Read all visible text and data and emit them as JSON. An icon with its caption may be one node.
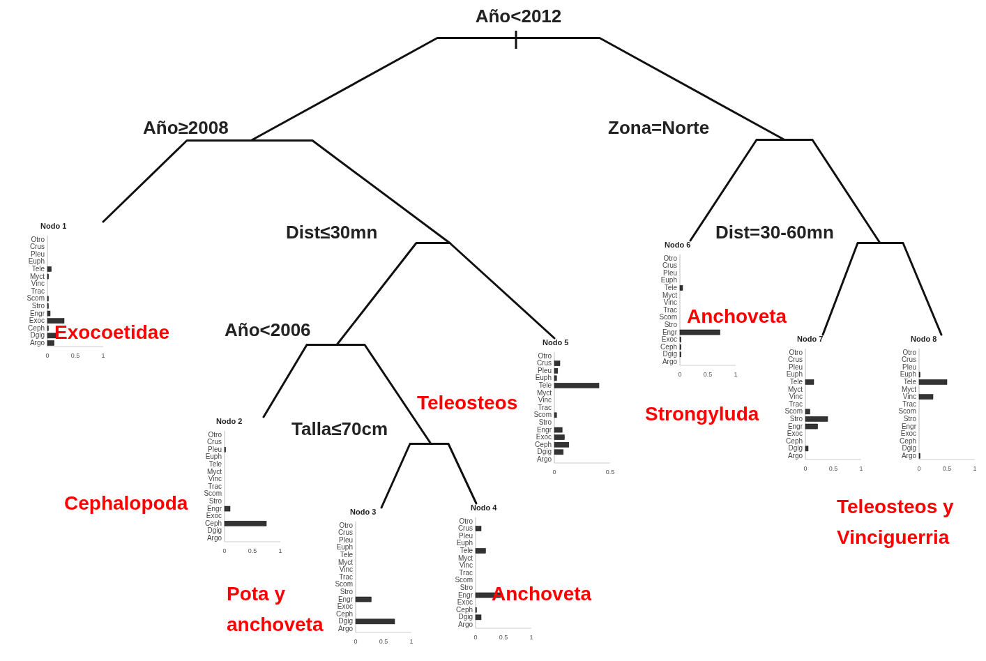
{
  "diagram": {
    "nodes": [
      {
        "text": [
          "Año<2012"
        ]
      },
      {
        "text": [
          "Año≥2008"
        ]
      },
      {
        "text": [
          "Zona=Norte"
        ]
      },
      {
        "text": [
          "Nodo 1"
        ],
        "beside": [
          "Exocoetidae"
        ]
      },
      {
        "text": [
          "Dist≤30mn"
        ]
      },
      {
        "text": [
          "Dist=30-60mn"
        ]
      },
      {
        "text": [
          "Nodo 6"
        ],
        "beside": [
          "Anchoveta"
        ]
      },
      {
        "text": [
          "Año<2006"
        ]
      },
      {
        "text": [
          "Nodo 5"
        ],
        "beside": [
          "Teleosteos"
        ]
      },
      {
        "text": [
          "Nodo 7"
        ],
        "beside": [
          "Strongyluda"
        ]
      },
      {
        "text": [
          "Nodo 8"
        ],
        "beside": [
          "Teleosteos y Vinciguerria"
        ]
      },
      {
        "text": [
          "Nodo 2"
        ],
        "beside": [
          "Cephalopoda"
        ]
      },
      {
        "text": [
          "Talla≤70cm"
        ]
      },
      {
        "text": [
          "Nodo 3"
        ],
        "beside": [
          "Pota y anchoveta"
        ]
      },
      {
        "text": [
          "Nodo 4"
        ],
        "beside": [
          "Anchoveta"
        ]
      }
    ],
    "edges": [
      {
        "from": 0,
        "to": 1,
        "arrow": "none"
      },
      {
        "from": 0,
        "to": 2,
        "arrow": "none"
      },
      {
        "from": 1,
        "to": 3,
        "arrow": "none"
      },
      {
        "from": 1,
        "to": 4,
        "arrow": "none"
      },
      {
        "from": 2,
        "to": 6,
        "arrow": "none"
      },
      {
        "from": 2,
        "to": 5,
        "arrow": "none"
      },
      {
        "from": 4,
        "to": 7,
        "arrow": "none"
      },
      {
        "from": 4,
        "to": 8,
        "arrow": "none"
      },
      {
        "from": 5,
        "to": 9,
        "arrow": "none"
      },
      {
        "from": 5,
        "to": 10,
        "arrow": "none"
      },
      {
        "from": 7,
        "to": 11,
        "arrow": "none"
      },
      {
        "from": 7,
        "to": 12,
        "arrow": "none"
      },
      {
        "from": 12,
        "to": 13,
        "arrow": "none"
      },
      {
        "from": 12,
        "to": 14,
        "arrow": "none"
      }
    ],
    "chart_data": [
      {
        "type": "bar",
        "orientation": "horizontal",
        "categories": [
          "Otro",
          "Crus",
          "Pleu",
          "Euph",
          "Tele",
          "Myct",
          "Vinc",
          "Trac",
          "Scom",
          "Stro",
          "Engr",
          "Exoc",
          "Ceph",
          "Dgig",
          "Argo"
        ],
        "values": [
          0,
          0,
          0,
          0,
          0.07,
          0.02,
          0,
          0,
          0.01,
          0.01,
          0.05,
          0.3,
          0.01,
          0.15,
          0.12
        ],
        "xlim": [
          0,
          1
        ],
        "xticks": [
          0,
          0.5,
          1
        ]
      },
      {
        "type": "bar",
        "orientation": "horizontal",
        "categories": [
          "Otro",
          "Crus",
          "Pleu",
          "Euph",
          "Tele",
          "Myct",
          "Vinc",
          "Trac",
          "Scom",
          "Stro",
          "Engr",
          "Exoc",
          "Ceph",
          "Dgig",
          "Argo"
        ],
        "values": [
          0,
          0,
          0,
          0,
          0.05,
          0,
          0,
          0,
          0,
          0,
          0.72,
          0.02,
          0.02,
          0.02,
          0
        ],
        "xlim": [
          0,
          1
        ],
        "xticks": [
          0,
          0.5,
          1
        ]
      },
      {
        "type": "bar",
        "orientation": "horizontal",
        "categories": [
          "Otro",
          "Crus",
          "Pleu",
          "Euph",
          "Tele",
          "Myct",
          "Vinc",
          "Trac",
          "Scom",
          "Stro",
          "Engr",
          "Exoc",
          "Ceph",
          "Dgig",
          "Argo"
        ],
        "values": [
          0,
          0.05,
          0.03,
          0.02,
          0.4,
          0,
          0,
          0,
          0.02,
          0,
          0.07,
          0.09,
          0.13,
          0.08,
          0
        ],
        "xlim": [
          0,
          0.5
        ],
        "xticks": [
          0,
          0.5
        ]
      },
      {
        "type": "bar",
        "orientation": "horizontal",
        "categories": [
          "Otro",
          "Crus",
          "Pleu",
          "Euph",
          "Tele",
          "Myct",
          "Vinc",
          "Trac",
          "Scom",
          "Stro",
          "Engr",
          "Exoc",
          "Ceph",
          "Dgig",
          "Argo"
        ],
        "values": [
          0,
          0,
          0,
          0,
          0.15,
          0,
          0,
          0,
          0.08,
          0.4,
          0.22,
          0,
          0,
          0.05,
          0
        ],
        "xlim": [
          0,
          1
        ],
        "xticks": [
          0,
          0.5,
          1
        ]
      },
      {
        "type": "bar",
        "orientation": "horizontal",
        "categories": [
          "Otro",
          "Crus",
          "Pleu",
          "Euph",
          "Tele",
          "Myct",
          "Vinc",
          "Trac",
          "Scom",
          "Stro",
          "Engr",
          "Exoc",
          "Ceph",
          "Dgig",
          "Argo"
        ],
        "values": [
          0,
          0,
          0,
          0.01,
          0.5,
          0,
          0.25,
          0,
          0,
          0,
          0,
          0,
          0,
          0,
          0.01
        ],
        "xlim": [
          0,
          1
        ],
        "xticks": [
          0,
          0.5,
          1
        ]
      },
      {
        "type": "bar",
        "orientation": "horizontal",
        "categories": [
          "Otro",
          "Crus",
          "Pleu",
          "Euph",
          "Tele",
          "Myct",
          "Vinc",
          "Trac",
          "Scom",
          "Stro",
          "Engr",
          "Exoc",
          "Ceph",
          "Dgig",
          "Argo"
        ],
        "values": [
          0,
          0,
          0.02,
          0,
          0,
          0,
          0,
          0,
          0,
          0,
          0.1,
          0,
          0.75,
          0,
          0
        ],
        "xlim": [
          0,
          1
        ],
        "xticks": [
          0,
          0.5,
          1
        ]
      },
      {
        "type": "bar",
        "orientation": "horizontal",
        "categories": [
          "Otro",
          "Crus",
          "Pleu",
          "Euph",
          "Tele",
          "Myct",
          "Vinc",
          "Trac",
          "Scom",
          "Stro",
          "Engr",
          "Exoc",
          "Ceph",
          "Dgig",
          "Argo"
        ],
        "values": [
          0,
          0,
          0,
          0,
          0,
          0,
          0,
          0,
          0,
          0,
          0.28,
          0,
          0,
          0.7,
          0
        ],
        "xlim": [
          0,
          1
        ],
        "xticks": [
          0,
          0.5,
          1
        ]
      },
      {
        "type": "bar",
        "orientation": "horizontal",
        "categories": [
          "Otro",
          "Crus",
          "Pleu",
          "Euph",
          "Tele",
          "Myct",
          "Vinc",
          "Trac",
          "Scom",
          "Stro",
          "Engr",
          "Exoc",
          "Ceph",
          "Dgig",
          "Argo"
        ],
        "values": [
          0,
          0.1,
          0,
          0,
          0.18,
          0,
          0,
          0,
          0,
          0,
          0.45,
          0,
          0.01,
          0.1,
          0
        ],
        "xlim": [
          0,
          1
        ],
        "xticks": [
          0,
          0.5,
          1
        ]
      }
    ]
  }
}
